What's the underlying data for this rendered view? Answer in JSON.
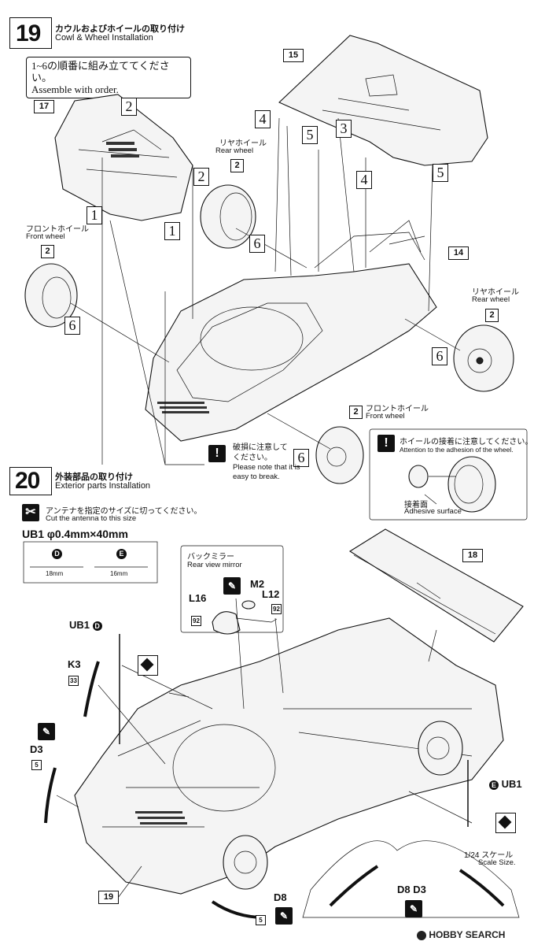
{
  "step19": {
    "number": "19",
    "title_jp": "カウルおよびホイールの取り付け",
    "title_en": "Cowl & Wheel Installation",
    "order_note_jp": "1~6の順番に組み立ててください。",
    "order_note_en": "Assemble with order.",
    "parts": {
      "p17": "17",
      "p15": "15",
      "p14": "14",
      "p2": "2"
    },
    "seq": [
      "1",
      "2",
      "3",
      "4",
      "5",
      "6"
    ],
    "rear_wheel_jp": "リヤホイール",
    "rear_wheel_en": "Rear wheel",
    "front_wheel_jp": "フロントホイール",
    "front_wheel_en": "Front wheel",
    "break_note_jp": "破損に注意して ください。",
    "break_note_en": "Please note that it is easy to break.",
    "adhesion_jp": "ホイールの接着に注意してください。",
    "adhesion_en": "Attention to the adhesion of the wheel.",
    "adhesive_jp": "接着面",
    "adhesive_en": "Adhesive surface"
  },
  "step20": {
    "number": "20",
    "title_jp": "外装部品の取り付け",
    "title_en": "Exterior parts Installation",
    "antenna_jp": "アンテナを指定のサイズに切ってください。",
    "antenna_en": "Cut the antenna to this size",
    "ub1_spec": "UB1 φ0.4mm×40mm",
    "d_label": "D",
    "d_len": "18mm",
    "e_label": "E",
    "e_len": "16mm",
    "mirror_jp": "バックミラー",
    "mirror_en": "Rear view mirror",
    "m2": "M2",
    "l16": "L16",
    "l12": "L12",
    "n92a": "92",
    "n92b": "92",
    "ub1d": "UB1",
    "ub1e": "UB1",
    "k3": "K3",
    "n33": "33",
    "d3": "D3",
    "n5a": "5",
    "n5b": "5",
    "d8": "D8",
    "n19": "19",
    "n18": "18",
    "scale_jp": "1/24 スケール",
    "scale_en": "Scale Size.",
    "d8d3": "D8 D3"
  },
  "watermark": "HOBBY SEARCH"
}
